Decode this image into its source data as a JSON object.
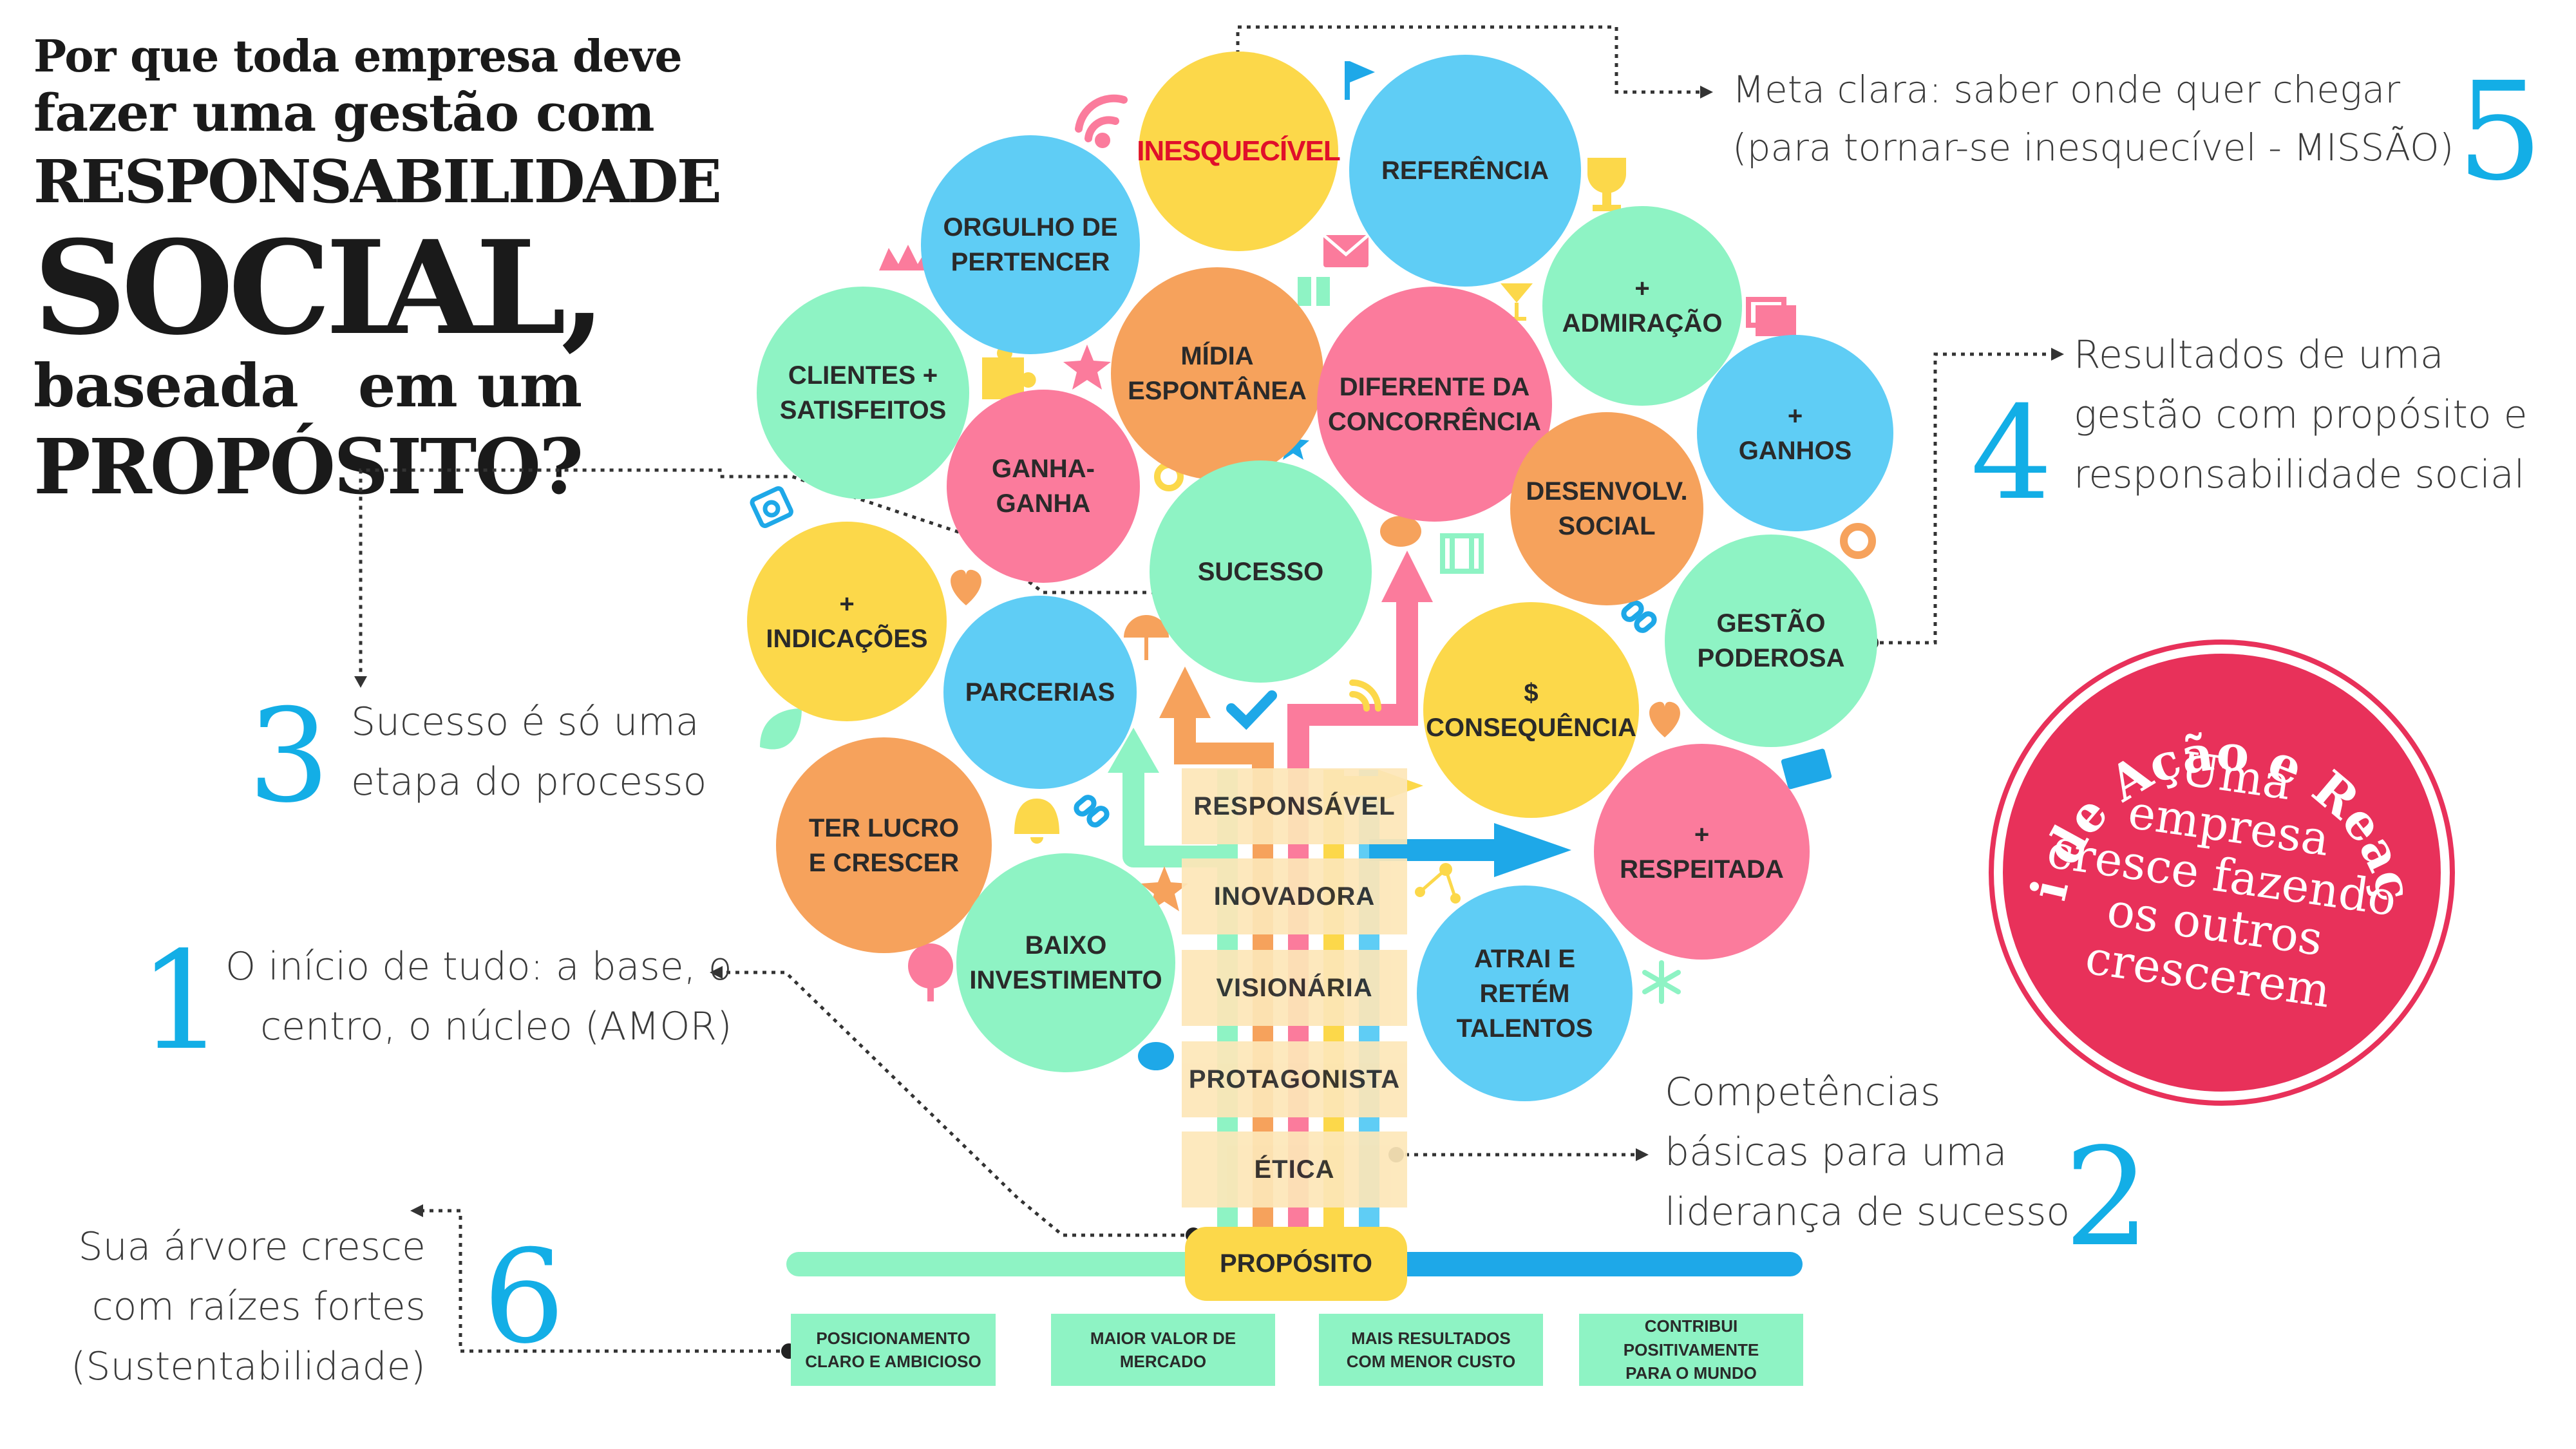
{
  "title": {
    "line1": "Por que toda empresa deve",
    "line2": "fazer uma gestão com",
    "line3": "RESPONSABILIDADE",
    "line4": "SOCIAL,",
    "line5": "baseada   em um",
    "line6": "PROPÓSITO?"
  },
  "circles": {
    "inesquecivel": "INESQUECÍVEL",
    "referencia": "REFERÊNCIA",
    "orgulho": "ORGULHO DE\nPERTENCER",
    "admiracao": "+\nADMIRAÇÃO",
    "midia": "MÍDIA\nESPONTÂNEA",
    "diferente": "DIFERENTE DA\nCONCORRÊNCIA",
    "clientes": "CLIENTES +\nSATISFEITOS",
    "ganhos": "+\nGANHOS",
    "ganha": "GANHA-\nGANHA",
    "desenvolv": "DESENVOLV.\nSOCIAL",
    "sucesso": "SUCESSO",
    "indicacoes": "+\nINDICAÇÕES",
    "gestao": "GESTÃO\nPODEROSA",
    "parcerias": "PARCERIAS",
    "consequencia": "$\nCONSEQUÊNCIA",
    "lucro": "TER LUCRO\nE CRESCER",
    "respeitada": "+\nRESPEITADA",
    "baixo": "BAIXO\nINVESTIMENTO",
    "atrai": "ATRAI E RETÉM\nTALENTOS"
  },
  "trunk": [
    "RESPONSÁVEL",
    "INOVADORA",
    "VISIONÁRIA",
    "PROTAGONISTA",
    "ÉTICA"
  ],
  "base": "PROPÓSITO",
  "roots": [
    "POSICIONAMENTO\nCLARO E AMBICIOSO",
    "MAIOR VALOR DE\nMERCADO",
    "MAIS RESULTADOS\nCOM MENOR CUSTO",
    "CONTRIBUI\nPOSITIVAMENTE\nPARA O MUNDO"
  ],
  "annotations": {
    "a5": {
      "num": "5",
      "text": "Meta clara: saber onde quer chegar\n(para tornar-se inesquecível - MISSÃO)"
    },
    "a4": {
      "num": "4",
      "text": "Resultados de uma\ngestão com propósito e\nresponsabilidade social"
    },
    "a3": {
      "num": "3",
      "text": "Sucesso é só uma\netapa do processo"
    },
    "a1": {
      "num": "1",
      "text": "O início de tudo: a base, o\ncentro, o núcleo (AMOR)"
    },
    "a2": {
      "num": "2",
      "text": "Competências\nbásicas para uma\nliderança de sucesso"
    },
    "a6": {
      "num": "6",
      "text": "Sua árvore cresce\ncom raízes fortes\n(Sustentabilidade)"
    }
  },
  "badge": {
    "arc": "Lei de Ação e Reação",
    "l1": "Uma",
    "l2": "empresa",
    "l3": "cresce fazendo",
    "l4": "os outros",
    "l5": "crescerem"
  },
  "colors": {
    "yellow": "#fcd84a",
    "blue": "#5fcdf5",
    "green": "#8ef3c4",
    "pink": "#fb7b9c",
    "orange": "#f6a25c",
    "red": "#e8315a",
    "number": "#13aee6",
    "inesquecivel_text": "#e0102a"
  },
  "icons": [
    "wifi-icon",
    "flag-icon",
    "crown-icon",
    "trophy-icon",
    "envelope-icon",
    "gift-icon",
    "cocktail-icon",
    "photos-icon",
    "puzzle-icon",
    "star-icon",
    "gear-icon",
    "camera-icon",
    "heart-icon",
    "pig-icon",
    "film-icon",
    "umbrella-icon",
    "check-icon",
    "link-icon",
    "leaf-icon",
    "bell-icon",
    "tree-icon",
    "snowflake-icon",
    "network-icon"
  ]
}
